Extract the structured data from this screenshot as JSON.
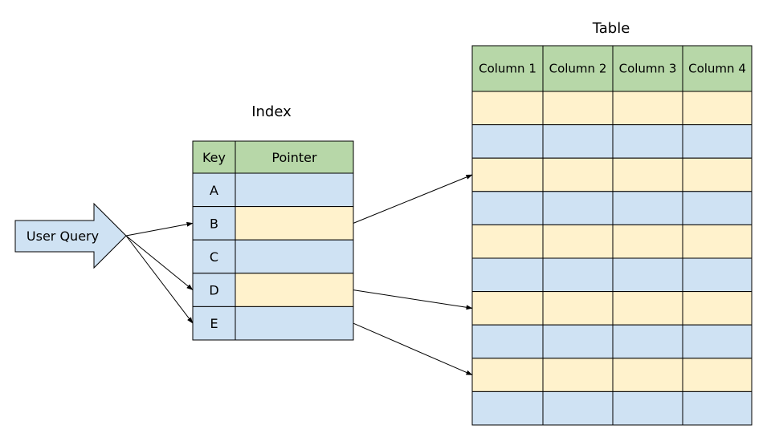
{
  "index": {
    "title": "Index",
    "headers": [
      "Key",
      "Pointer"
    ],
    "keys": [
      "A",
      "B",
      "C",
      "D",
      "E"
    ]
  },
  "table": {
    "title": "Table",
    "columns": [
      "Column 1",
      "Column 2",
      "Column 3",
      "Column 4"
    ],
    "row_count": 10
  },
  "query": {
    "label": "User Query"
  },
  "colors": {
    "header": "#b7d7a8",
    "yellow": "#fff2cc",
    "blue": "#cfe2f3",
    "stroke": "#000000"
  },
  "arrows": {
    "query_to_keys": [
      "B",
      "D",
      "E"
    ],
    "keys_to_rows": [
      {
        "key": "B",
        "row": 3
      },
      {
        "key": "D",
        "row": 7
      },
      {
        "key": "E",
        "row": 9
      }
    ]
  }
}
